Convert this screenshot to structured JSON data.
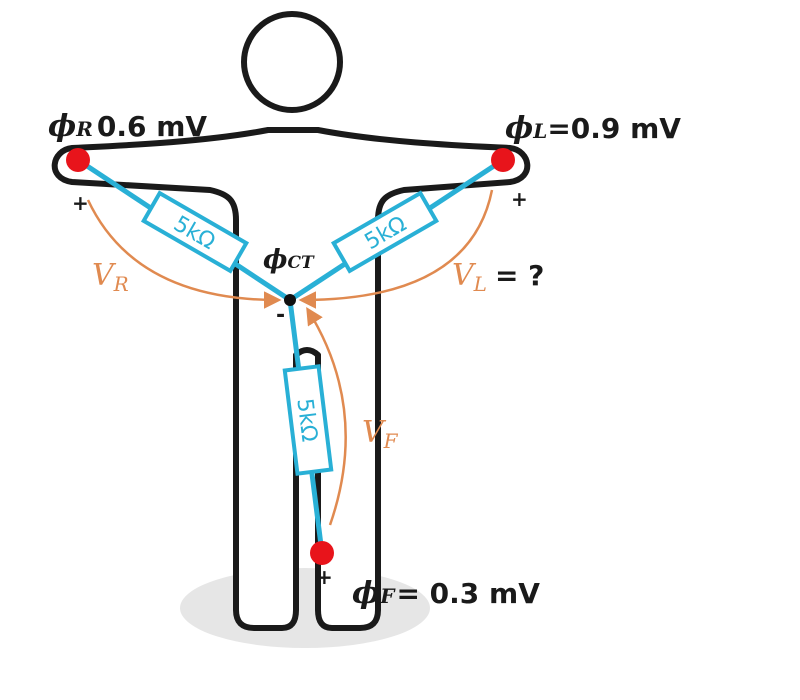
{
  "colors": {
    "outline": "#1a1a1a",
    "wire": "#29b0d6",
    "arrow": "#e08a50",
    "electrode": "#e8141b",
    "shadow": "#e6e6e6"
  },
  "electrodes": {
    "right_arm": {
      "symbol": "ϕ",
      "subscript": "R",
      "value": "0.6 mV"
    },
    "left_arm": {
      "symbol": "ϕ",
      "subscript": "L",
      "value": "=0.9 mV"
    },
    "foot": {
      "symbol": "ϕ",
      "subscript": "F",
      "value": "= 0.3 mV"
    }
  },
  "central_terminal": {
    "symbol": "ϕ",
    "subscript": "CT"
  },
  "resistors": {
    "right": "5kΩ",
    "left": "5kΩ",
    "foot": "5kΩ"
  },
  "voltages": {
    "right": {
      "symbol": "V",
      "subscript": "R"
    },
    "left": {
      "symbol": "V",
      "subscript": "L",
      "suffix": "= ?"
    },
    "foot": {
      "symbol": "V",
      "subscript": "F"
    }
  },
  "signs": {
    "plus_right": "+",
    "plus_left": "+",
    "plus_foot": "+",
    "minus_center": "-"
  }
}
